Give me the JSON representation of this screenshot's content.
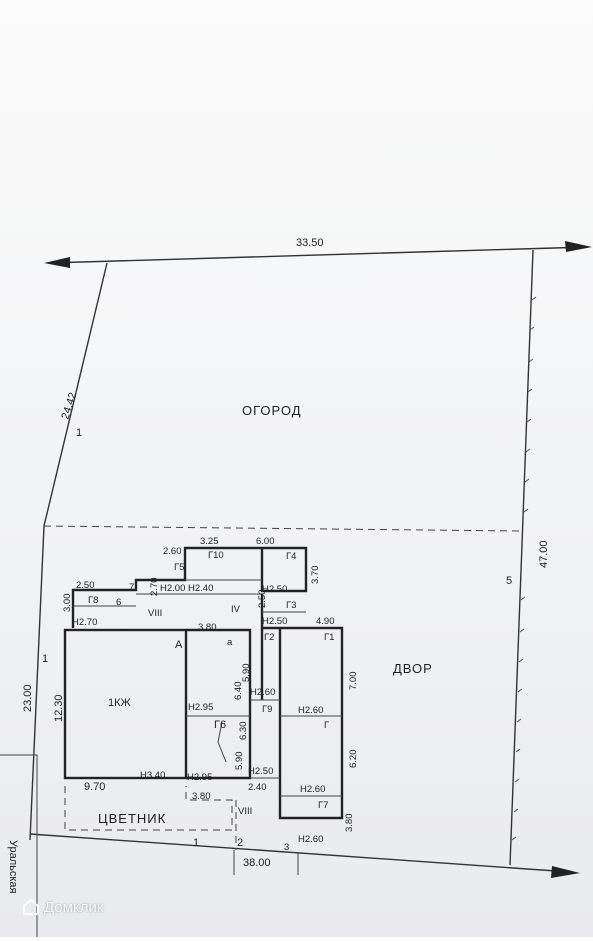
{
  "plot": {
    "zones": {
      "garden": "ОГОРОД",
      "yard": "ДВОР",
      "flowerbed": "ЦВЕТНИК"
    },
    "dimensions": {
      "top": "33.50",
      "left_upper": "24.42",
      "left_lower": "23.00",
      "right": "47.00",
      "bottom": "38.00"
    },
    "point_numbers": {
      "p1a": "1",
      "p1b": "1",
      "p1c": "1",
      "p2": "2",
      "p3": "3",
      "p5": "5"
    },
    "main_house": {
      "label": "1КЖ",
      "letter": "А",
      "width": "9.70",
      "depth": "12.30",
      "height": "Н3.40"
    },
    "outbuildings": [
      {
        "id": "Г1",
        "dim": "4.90"
      },
      {
        "id": "Г2",
        "dim": "5.90"
      },
      {
        "id": "Г3",
        "dim": "2.50",
        "height": "Н2.50"
      },
      {
        "id": "Г4",
        "dim": "6.00",
        "side": "3.70",
        "height": "Н2.50"
      },
      {
        "id": "Г5",
        "dim": "2.60",
        "side": "2.70",
        "height": "Н2.00"
      },
      {
        "id": "Г6",
        "height_a": "Н2.95",
        "height_b": "Н2.95",
        "side": "5.90"
      },
      {
        "id": "Г7",
        "height": "Н2.60",
        "side": "3.80"
      },
      {
        "id": "Г8",
        "dim": "2.50",
        "side": "3.00",
        "height": "Н2.70"
      },
      {
        "id": "Г9",
        "height": "Н2.60",
        "side": "6.40"
      },
      {
        "id": "Г10",
        "dim": "3.25",
        "height": "Н2.40"
      },
      {
        "id": "Г",
        "height": "Н2.60",
        "side": "6.20",
        "side2": "7.00"
      }
    ],
    "misc": {
      "roman_viii_a": "VIII",
      "roman_iv": "IV",
      "roman_viii_b": "VIII",
      "a_letter": "а",
      "d380a": "3.80",
      "d380b": "3.80",
      "d630": "6.30",
      "d590": "5.90",
      "d240": "2.40",
      "n250": "Н2.50",
      "n260b": "Н2.60",
      "n6": "6",
      "n7": "7"
    },
    "street_fragment": "Уральская"
  },
  "watermark": {
    "text": "Домклик"
  }
}
